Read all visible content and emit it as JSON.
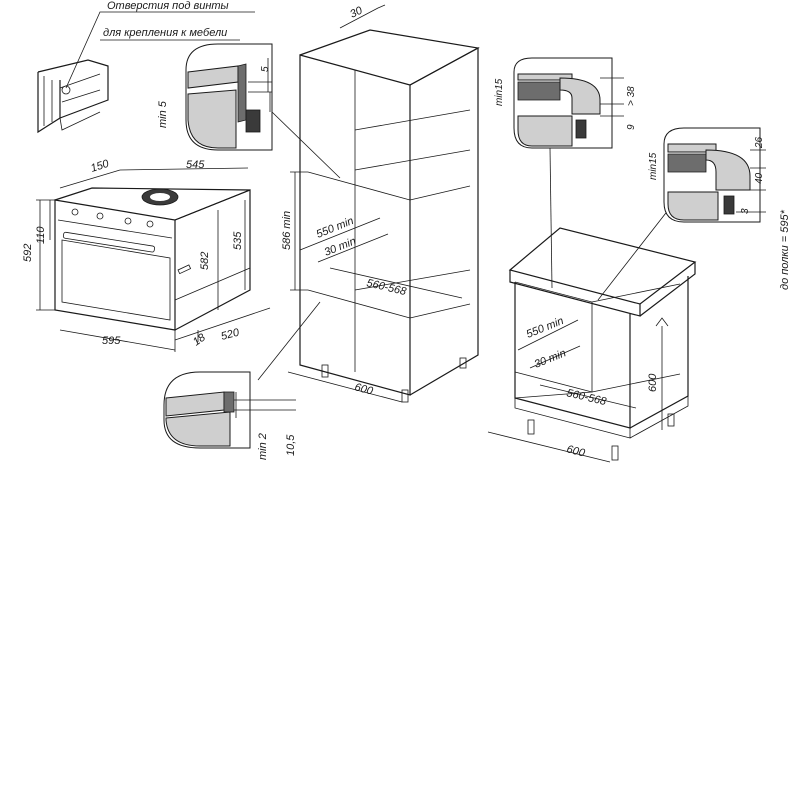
{
  "notes": {
    "screw_holes": "Отверстия под винты",
    "furniture_mount": "для крепления к мебели",
    "shelf_note": "до полки = 595*"
  },
  "oven": {
    "depth_top": "150",
    "width_top": "545",
    "height_front_upper": "110",
    "height_total": "592",
    "height_body": "535",
    "height_side": "582",
    "width_front": "595",
    "panel_thickness": "18",
    "depth_body": "520"
  },
  "column_cabinet": {
    "top_gap": "30",
    "opening_height": "586 min",
    "depth_min": "550 min",
    "rear_gap": "30 min",
    "opening_width": "560-568",
    "cabinet_width": "600",
    "top_detail_min": "min 5",
    "top_detail_gap": "5",
    "bottom_detail_min": "min 2",
    "bottom_detail_gap": "10,5"
  },
  "undercounter_cabinet": {
    "depth_min": "550 min",
    "rear_gap": "30 min",
    "opening_width": "560-568",
    "cabinet_width": "600",
    "cabinet_height": "600",
    "detail1_min": "min15",
    "detail1_height": "> 38",
    "detail1_gap": "9",
    "detail2_min": "min15",
    "detail2_top": "26",
    "detail2_height": "40",
    "detail2_gap": "3"
  }
}
